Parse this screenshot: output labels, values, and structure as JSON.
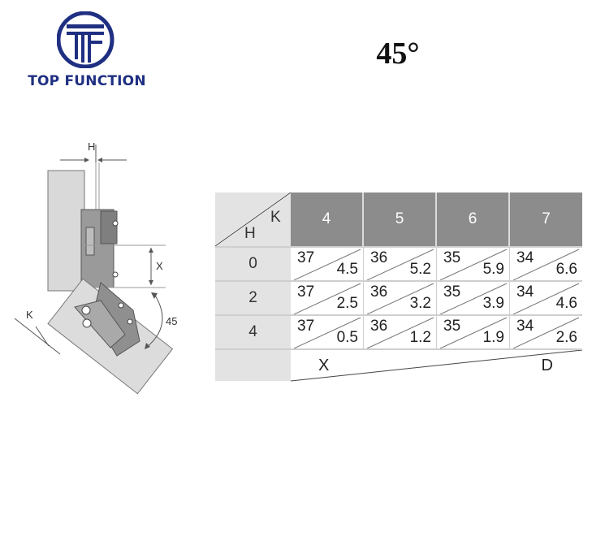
{
  "brand": {
    "name": "TOP FUNCTION",
    "color": "#1f2f82"
  },
  "title": "45°",
  "drawing": {
    "labels": {
      "h": "H",
      "x": "X",
      "k": "K",
      "angle": "45"
    }
  },
  "table": {
    "corner": {
      "k": "K",
      "h": "H"
    },
    "columns": [
      "4",
      "5",
      "6",
      "7"
    ],
    "rows": [
      {
        "h": "0",
        "cells": [
          {
            "x": "37",
            "d": "4.5"
          },
          {
            "x": "36",
            "d": "5.2"
          },
          {
            "x": "35",
            "d": "5.9"
          },
          {
            "x": "34",
            "d": "6.6"
          }
        ]
      },
      {
        "h": "2",
        "cells": [
          {
            "x": "37",
            "d": "2.5"
          },
          {
            "x": "36",
            "d": "3.2"
          },
          {
            "x": "35",
            "d": "3.9"
          },
          {
            "x": "34",
            "d": "4.6"
          }
        ]
      },
      {
        "h": "4",
        "cells": [
          {
            "x": "37",
            "d": "0.5"
          },
          {
            "x": "36",
            "d": "1.2"
          },
          {
            "x": "35",
            "d": "1.9"
          },
          {
            "x": "34",
            "d": "2.6"
          }
        ]
      }
    ],
    "legend": {
      "x": "X",
      "d": "D"
    },
    "colors": {
      "header": "#8c8c8c",
      "row_header": "#e3e3e3"
    }
  }
}
